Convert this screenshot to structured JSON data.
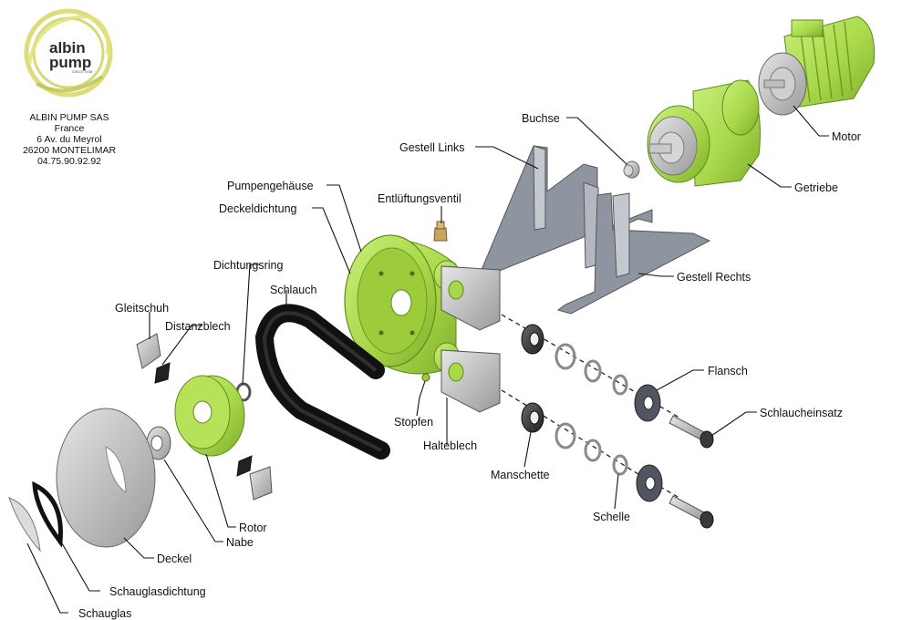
{
  "brand": {
    "logo_line1": "albin",
    "logo_line2": "pump",
    "logo_tagline": "SINCE 1938",
    "color_green": "#a8d84a",
    "color_yellow_swirl": "#d9d86a"
  },
  "address": {
    "line1": "ALBIN PUMP SAS",
    "line2": "France",
    "line3": "6 Av. du Meyrol",
    "line4": "26200 MONTELIMAR",
    "line5": "04.75.90.92.92"
  },
  "labels": {
    "buchse": "Buchse",
    "gestell_links": "Gestell Links",
    "motor": "Motor",
    "getriebe": "Getriebe",
    "pumpengehaeuse": "Pumpengehäuse",
    "deckeldichtung": "Deckeldichtung",
    "entlueftungsventil": "Entlüftungsventil",
    "gestell_rechts": "Gestell Rechts",
    "dichtungsring": "Dichtungsring",
    "schlauch": "Schlauch",
    "gleitschuh": "Gleitschuh",
    "distanzblech": "Distanzblech",
    "flansch": "Flansch",
    "schlaucheinsatz": "Schlaucheinsatz",
    "stopfen": "Stopfen",
    "halteblech": "Halteblech",
    "manschette": "Manschette",
    "schelle": "Schelle",
    "rotor": "Rotor",
    "nabe": "Nabe",
    "deckel": "Deckel",
    "schauglasdichtung": "Schauglasdichtung",
    "schauglas": "Schauglas"
  }
}
